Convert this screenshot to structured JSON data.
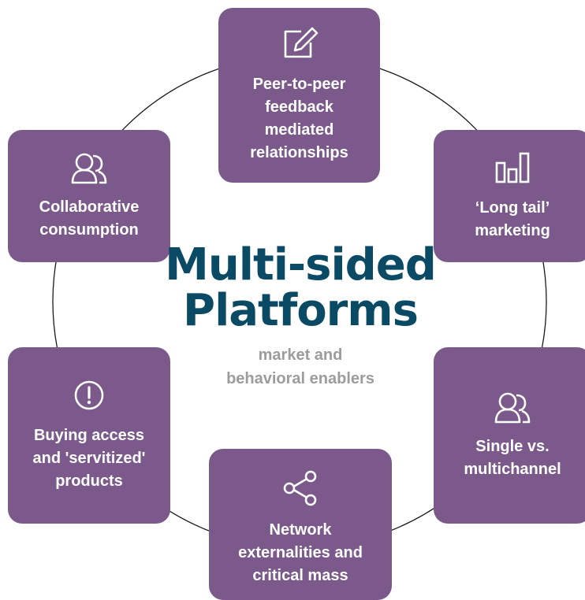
{
  "colors": {
    "card_fill": "#7b5a8b",
    "title_color": "#0a4a64",
    "subtitle_color": "#9c9c9c",
    "ring_color": "#1a1a1a"
  },
  "center": {
    "title": "Multi-sided\nPlatforms",
    "subtitle": "market and\nbehavioral enablers"
  },
  "cards": {
    "top": {
      "icon": "edit-icon",
      "label": "Peer-to-peer\nfeedback\nmediated\nrelationships"
    },
    "top_left": {
      "icon": "people-icon",
      "label": "Collaborative\nconsumption"
    },
    "top_right": {
      "icon": "bar-chart-icon",
      "label": "‘Long tail’\nmarketing"
    },
    "bottom_left": {
      "icon": "alert-icon",
      "label": "Buying access\nand 'servitized'\nproducts"
    },
    "bottom_right": {
      "icon": "people-icon",
      "label": "Single vs.\nmultichannel"
    },
    "bottom": {
      "icon": "share-icon",
      "label": "Network\nexternalities and\ncritical mass"
    }
  }
}
